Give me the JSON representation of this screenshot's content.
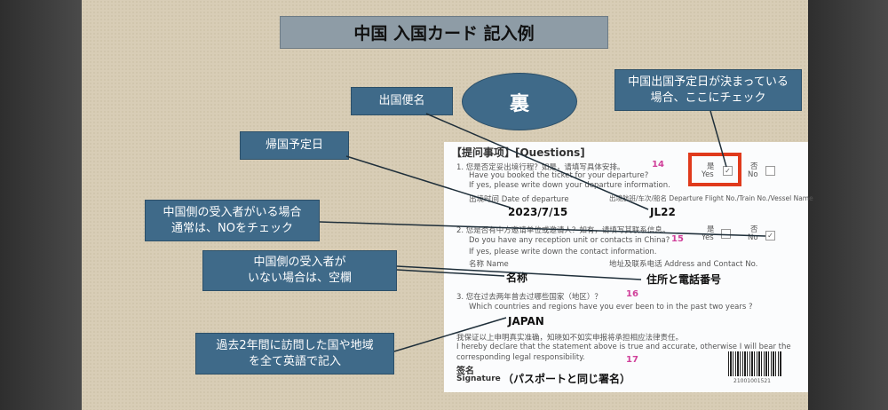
{
  "title": "中国 入国カード 記入例",
  "back_side": "裏",
  "labels": {
    "departure_flight": "出国便名",
    "departure_decided": [
      "中国出国予定日が決まっている",
      "場合、ここにチェック"
    ],
    "return_date": "帰国予定日",
    "has_host": [
      "中国側の受入者がいる場合",
      "通常は、NOをチェック"
    ],
    "no_host": [
      "中国側の受入者が",
      "いない場合は、空欄"
    ],
    "past_two_years": [
      "過去2年間に訪問した国や地域",
      "を全て英語で記入"
    ]
  },
  "form": {
    "heading": "【提问事项】[Questions]",
    "q1": {
      "zh": "1. 您是否定妥出境行程？如是，请填写具体安排。",
      "num": "14",
      "en1": "Have you booked the ticket for your departure?",
      "en2": "If yes, please write down your departure information.",
      "date_label": "出境时间 Date of departure",
      "flight_label": "出境航班/车次/船名 Departure Flight No./Train No./Vessel Name",
      "date_value": "2023/7/15",
      "flight_value": "JL22",
      "yes_zh": "是",
      "yes": "Yes",
      "no_zh": "否",
      "no": "No",
      "yes_checked": true,
      "no_checked": false
    },
    "q2": {
      "zh": "2. 您是否有中方邀请单位或邀请人？如有，请填写其联系信息。",
      "num": "15",
      "en1": "Do you have any reception unit or contacts in China?",
      "en2": "If yes, please write down the contact information.",
      "name_label": "名称 Name",
      "address_label": "地址及联系电话 Address and Contact No.",
      "name_note": "名称",
      "address_note": "住所と電話番号",
      "yes_zh": "是",
      "yes": "Yes",
      "no_zh": "否",
      "no": "No",
      "yes_checked": false,
      "no_checked": true
    },
    "q3": {
      "zh": "3. 您在过去两年曾去过哪些国家（地区）？",
      "num": "16",
      "en": "Which countries and regions have you ever been to in the past two years ?",
      "value": "JAPAN"
    },
    "declaration": {
      "zh": "我保证以上申明真实准确，知晓如不如实申报将承担相应法律责任。",
      "en1": "I hereby declare that the statement above is true and accurate, otherwise I will bear the",
      "en2": "corresponding legal responsibility.",
      "num": "17"
    },
    "signature": {
      "zh": "签名",
      "en": "Signature",
      "note": "（パスポートと同じ署名）"
    },
    "barcode_number": "21001001521"
  },
  "colors": {
    "label_bg": "#3f6a89",
    "highlight": "#e03a1c",
    "number": "#d0409a"
  }
}
